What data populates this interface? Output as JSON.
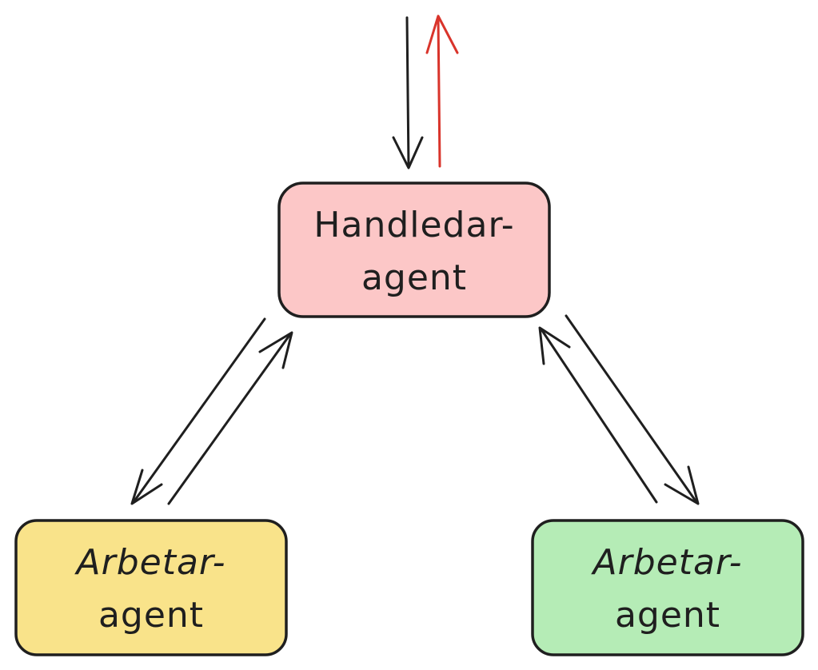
{
  "diagram": {
    "supervisor": {
      "line1": "Handledar-",
      "line2": "agent",
      "fill": "#fcc7c7"
    },
    "worker_left": {
      "line1": "Arbetar-",
      "line2": "agent",
      "fill": "#f9e38a"
    },
    "worker_right": {
      "line1": "Arbetar-",
      "line2": "agent",
      "fill": "#b5ecb6"
    },
    "colors": {
      "stroke": "#1f1f1f",
      "output_arrow": "#d9342b"
    }
  }
}
